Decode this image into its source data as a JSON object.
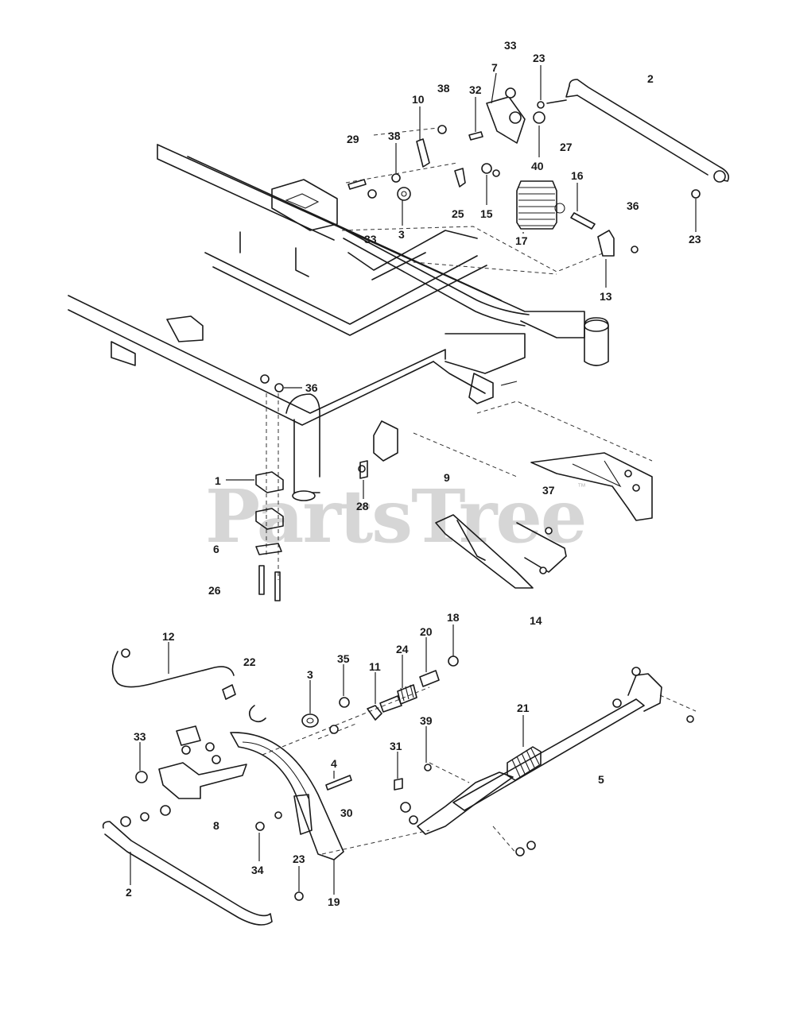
{
  "watermark": {
    "brand": "PartsTree",
    "mark": "™"
  },
  "callouts": [
    {
      "id": "c33a",
      "label": "33"
    },
    {
      "id": "c2a",
      "label": "2"
    },
    {
      "id": "c7",
      "label": "7"
    },
    {
      "id": "c23a",
      "label": "23"
    },
    {
      "id": "c38a",
      "label": "38"
    },
    {
      "id": "c32",
      "label": "32"
    },
    {
      "id": "c10",
      "label": "10"
    },
    {
      "id": "c29",
      "label": "29"
    },
    {
      "id": "c38b",
      "label": "38"
    },
    {
      "id": "c27",
      "label": "27"
    },
    {
      "id": "c40",
      "label": "40"
    },
    {
      "id": "c16",
      "label": "16"
    },
    {
      "id": "c36a",
      "label": "36"
    },
    {
      "id": "c25",
      "label": "25"
    },
    {
      "id": "c15",
      "label": "15"
    },
    {
      "id": "c3a",
      "label": "3"
    },
    {
      "id": "c33b",
      "label": "33"
    },
    {
      "id": "c17",
      "label": "17"
    },
    {
      "id": "c23b",
      "label": "23"
    },
    {
      "id": "c13",
      "label": "13"
    },
    {
      "id": "c36b",
      "label": "36"
    },
    {
      "id": "c1",
      "label": "1"
    },
    {
      "id": "c9",
      "label": "9"
    },
    {
      "id": "c37",
      "label": "37"
    },
    {
      "id": "c28",
      "label": "28"
    },
    {
      "id": "c6",
      "label": "6"
    },
    {
      "id": "c26",
      "label": "26"
    },
    {
      "id": "c14",
      "label": "14"
    },
    {
      "id": "c18",
      "label": "18"
    },
    {
      "id": "c12",
      "label": "12"
    },
    {
      "id": "c22",
      "label": "22"
    },
    {
      "id": "c20",
      "label": "20"
    },
    {
      "id": "c24",
      "label": "24"
    },
    {
      "id": "c35",
      "label": "35"
    },
    {
      "id": "c3b",
      "label": "3"
    },
    {
      "id": "c11",
      "label": "11"
    },
    {
      "id": "c21",
      "label": "21"
    },
    {
      "id": "c33c",
      "label": "33"
    },
    {
      "id": "c39",
      "label": "39"
    },
    {
      "id": "c31",
      "label": "31"
    },
    {
      "id": "c4",
      "label": "4"
    },
    {
      "id": "c5",
      "label": "5"
    },
    {
      "id": "c30",
      "label": "30"
    },
    {
      "id": "c8",
      "label": "8"
    },
    {
      "id": "c34",
      "label": "34"
    },
    {
      "id": "c23c",
      "label": "23"
    },
    {
      "id": "c2b",
      "label": "2"
    },
    {
      "id": "c19",
      "label": "19"
    }
  ]
}
